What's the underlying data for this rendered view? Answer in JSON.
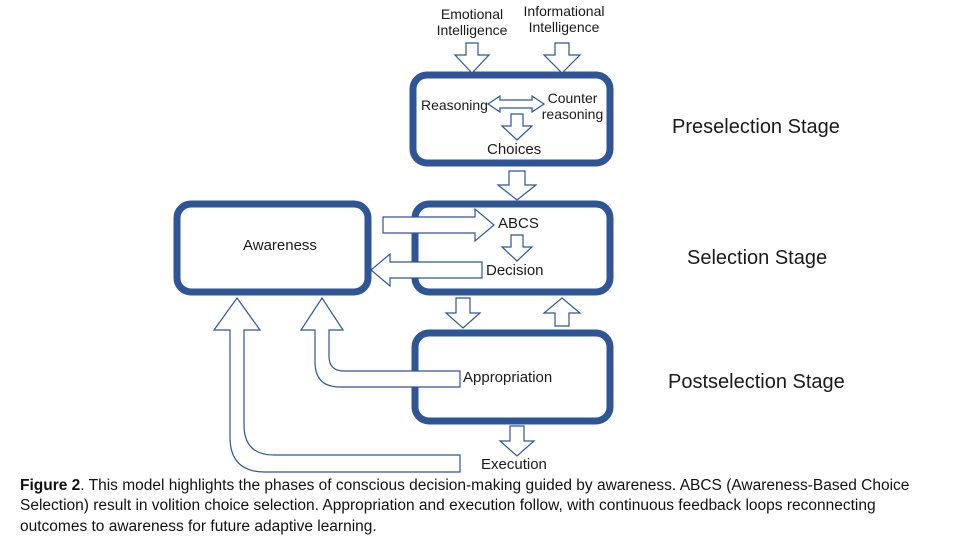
{
  "inputs": {
    "emotional": "Emotional\nIntelligence",
    "informational": "Informational\nIntelligence"
  },
  "preselection": {
    "reasoning": "Reasoning",
    "counter": "Counter\nreasoning",
    "choices": "Choices",
    "stage_label": "Preselection Stage"
  },
  "selection": {
    "awareness": "Awareness",
    "abcs": "ABCS",
    "decision": "Decision",
    "stage_label": "Selection Stage"
  },
  "postselection": {
    "appropriation": "Appropriation",
    "execution": "Execution",
    "stage_label": "Postselection Stage"
  },
  "caption": {
    "label": "Figure 2",
    "text": ". This model highlights the phases of conscious decision-making guided by awareness. ABCS (Awareness-Based Choice Selection) result in volition choice selection. Appropriation and execution follow, with continuous feedback loops reconnecting outcomes to awareness for future adaptive learning."
  },
  "colors": {
    "box_border": "#2f5597",
    "arrow_stroke": "#2f5597"
  }
}
